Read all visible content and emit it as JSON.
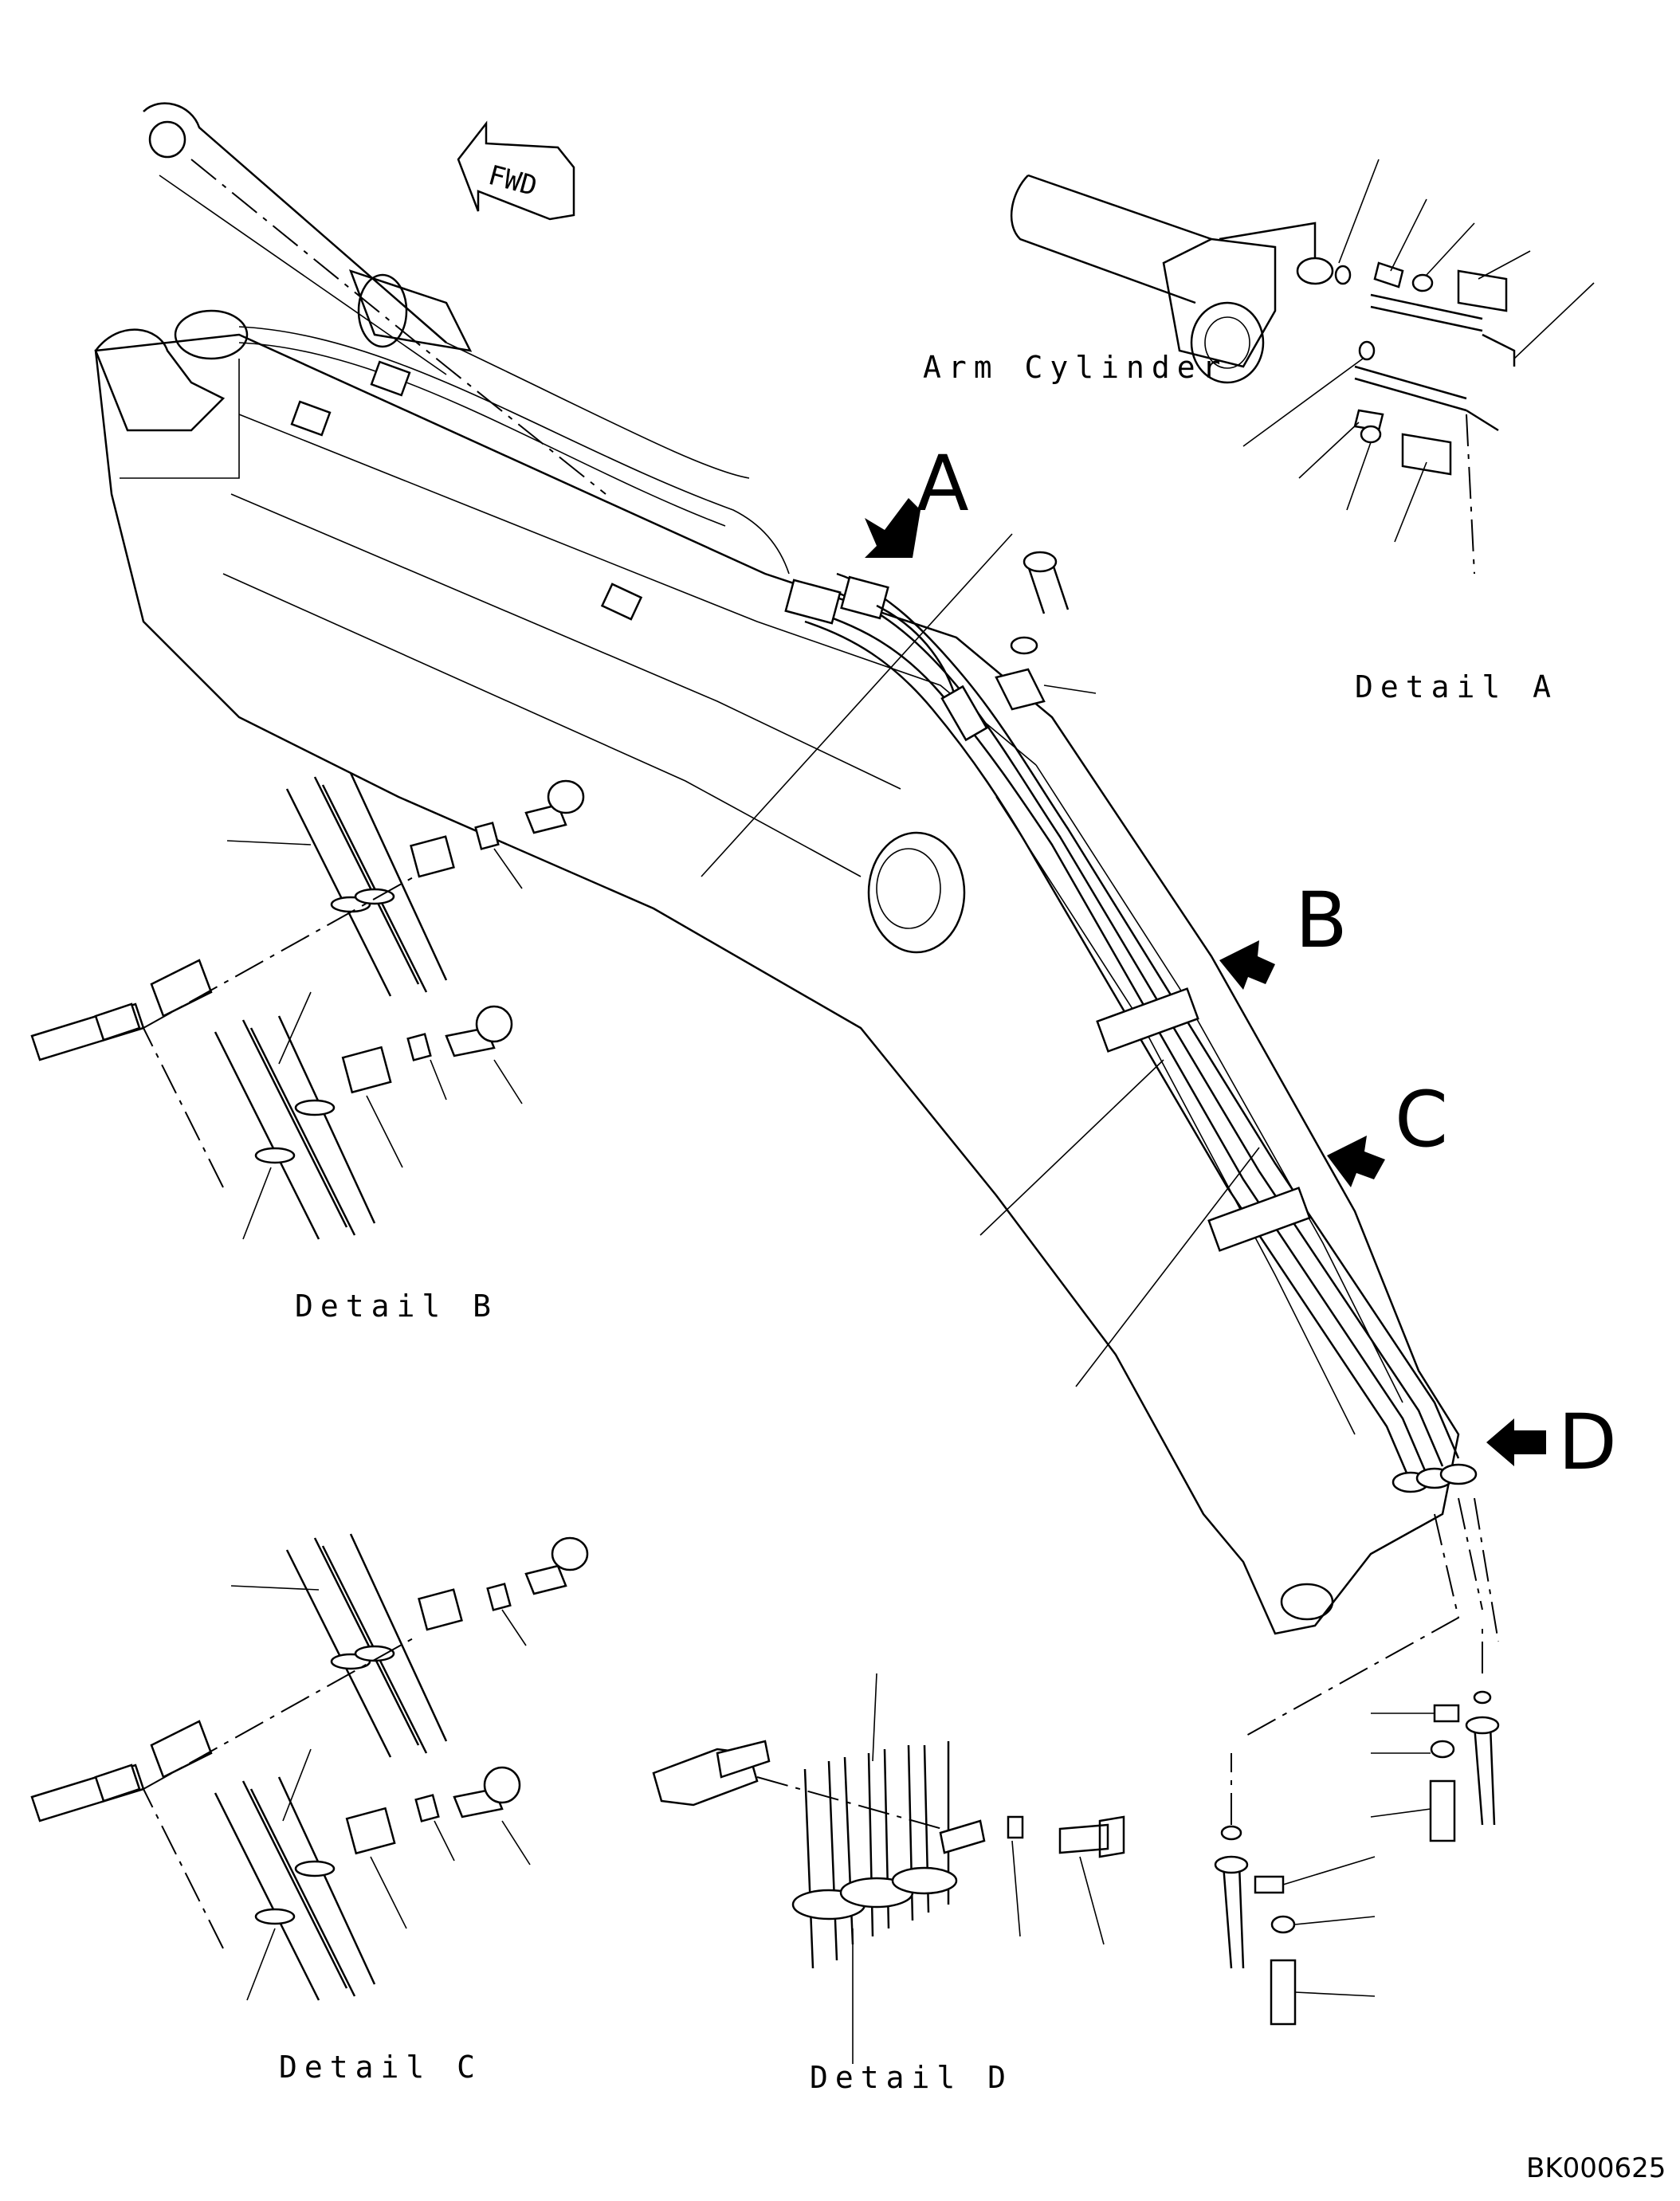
{
  "diagram": {
    "fwd_label": "FWD",
    "arm_cylinder_label": "Arm Cylinder",
    "view_letters": {
      "a": "A",
      "b": "B",
      "c": "C",
      "d": "D"
    },
    "detail_labels": {
      "a": "Detail A",
      "b": "Detail B",
      "c": "Detail C",
      "d": "Detail D"
    },
    "drawing_code": "BK000625"
  }
}
